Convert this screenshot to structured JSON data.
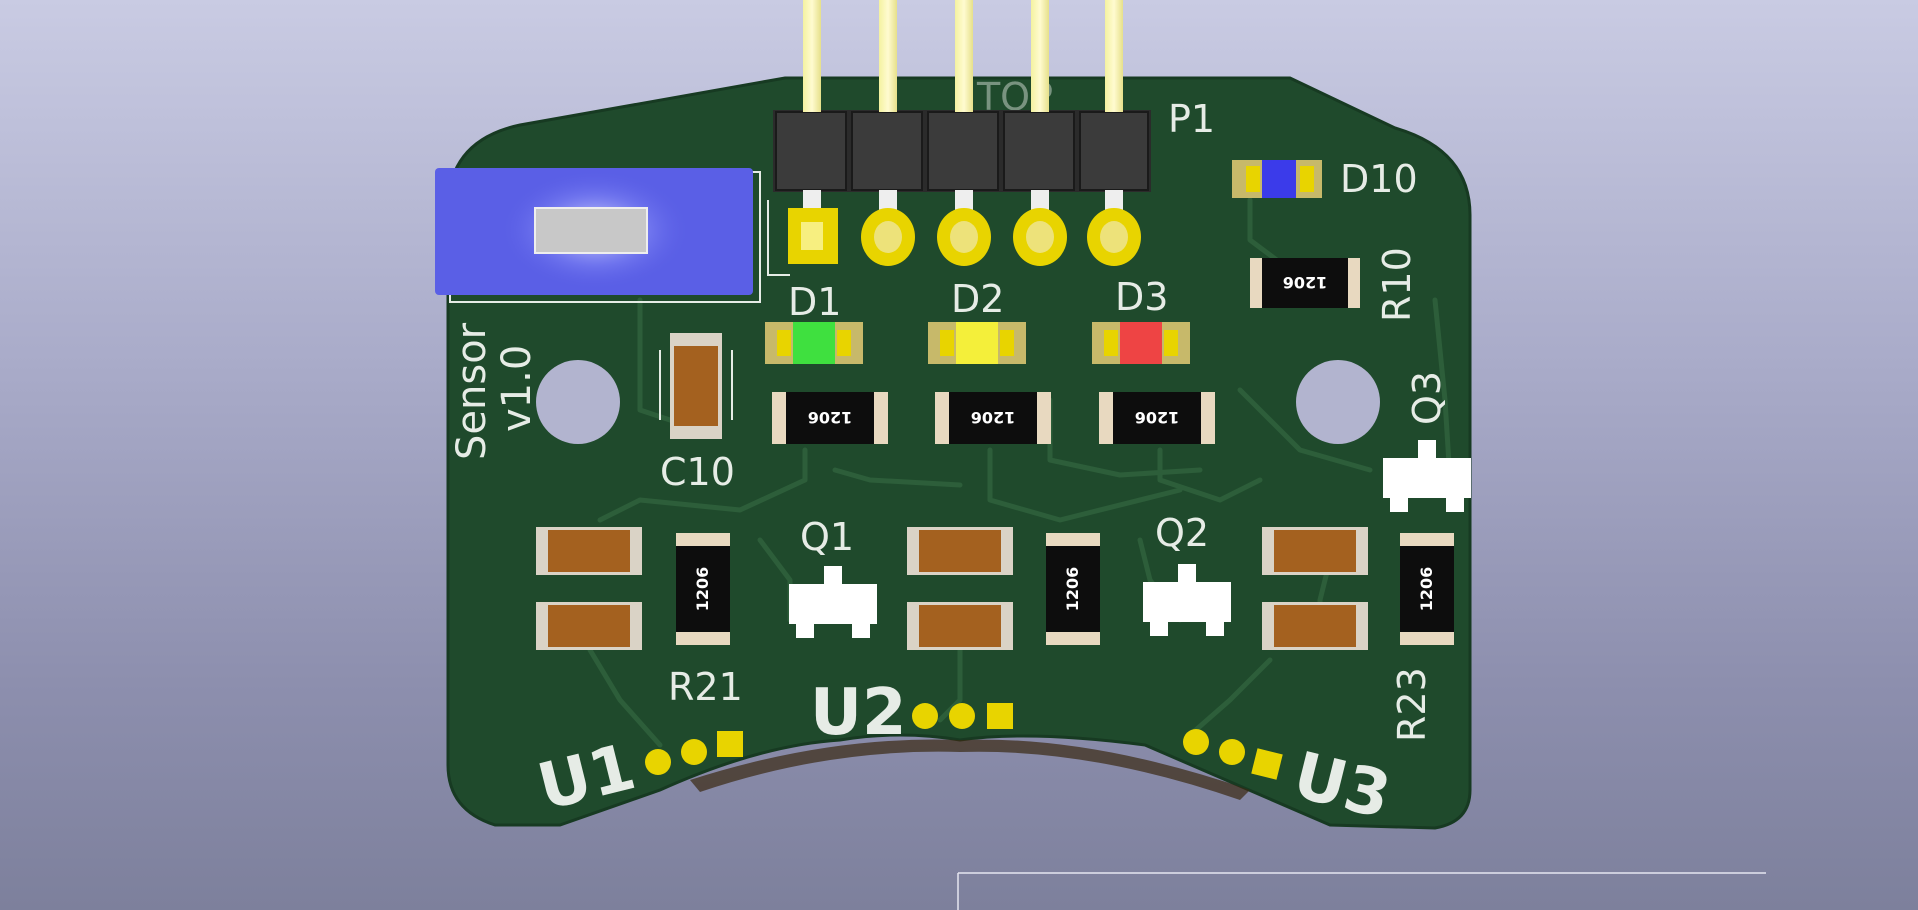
{
  "viewer": {
    "title": "",
    "background_top": "#c9cbe3",
    "background_bottom": "#7d809c"
  },
  "board": {
    "soldermask_color": "#1f4a2c",
    "silkscreen_color": "#e6ece6",
    "pad_color": "#e8d400",
    "board_label_line1": "Sensor",
    "board_label_line2": "v1.0",
    "faded_label": "TOP"
  },
  "references": {
    "p1": "P1",
    "d1": "D1",
    "d2": "D2",
    "d3": "D3",
    "d10": "D10",
    "r10": "R10",
    "r21": "R21",
    "r23": "R23",
    "c10": "C10",
    "q1": "Q1",
    "q2": "Q2",
    "q3": "Q3",
    "u1": "U1",
    "u2": "U2",
    "u3": "U3"
  },
  "resistor_marking": "1206",
  "led_colors": {
    "d1": "#3fe03f",
    "d2": "#f4ef3a",
    "d3": "#ee4444",
    "d10": "#3b3bea"
  },
  "switch_color": "#5a5fe6",
  "icons": {
    "header_pins": "pin-header-icon",
    "mounting_hole": "mounting-hole-icon",
    "slide_switch": "slide-switch-icon"
  }
}
